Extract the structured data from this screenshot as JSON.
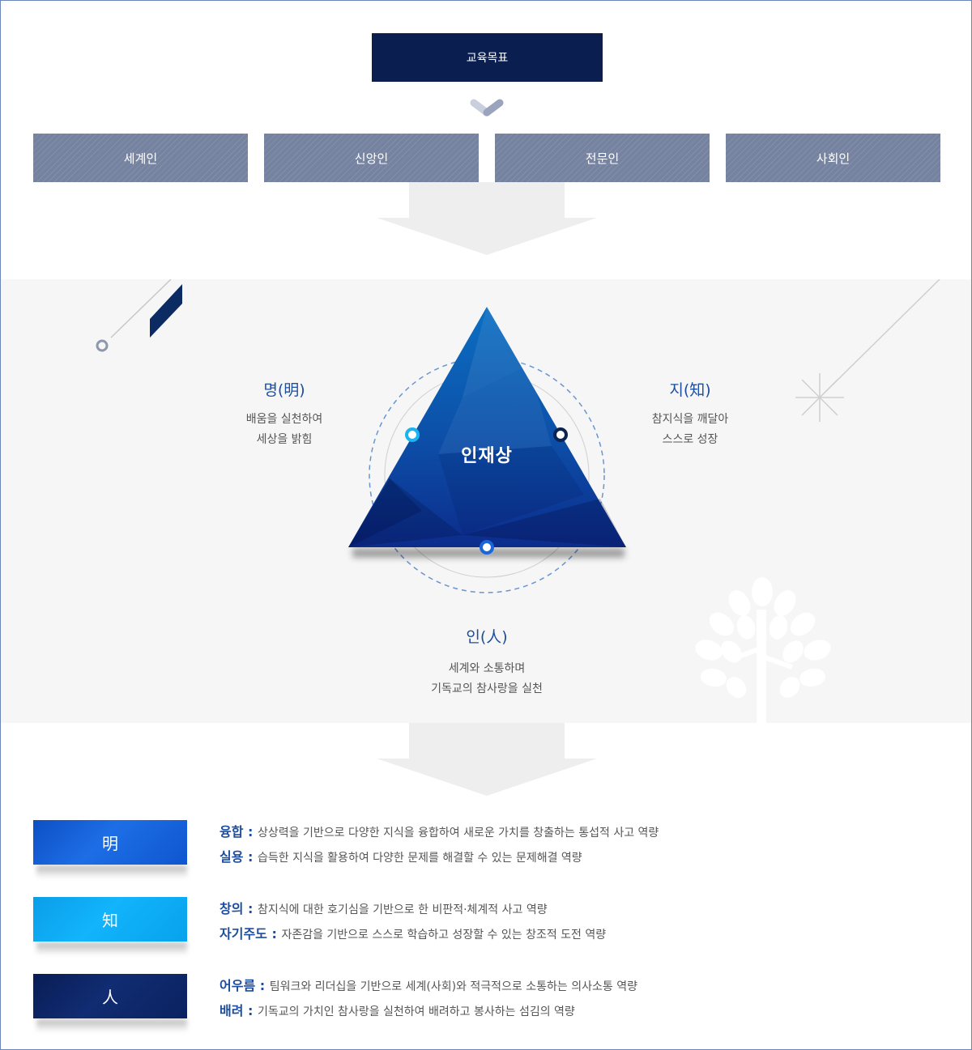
{
  "goal": {
    "title": "교육목표",
    "items": [
      "세계인",
      "신앙인",
      "전문인",
      "사회인"
    ]
  },
  "talent": {
    "center": "인재상",
    "virtues": [
      {
        "title": "명(明)",
        "desc1": "배움을 실천하여",
        "desc2": "세상을 밝힘"
      },
      {
        "title": "지(知)",
        "desc1": "참지식을 깨달아",
        "desc2": "스스로 성장"
      },
      {
        "title": "인(人)",
        "desc1": "세계와 소통하며",
        "desc2": "기독교의 참사랑을 실천"
      }
    ]
  },
  "competencies": [
    {
      "label": "明",
      "color": "#1565d8",
      "items": [
        {
          "term": "융합",
          "desc": "상상력을 기반으로 다양한 지식을 융합하여 새로운 가치를 창출하는 통섭적 사고 역량"
        },
        {
          "term": "실용",
          "desc": "습득한 지식을 활용하여 다양한 문제를 해결할 수 있는 문제해결 역량"
        }
      ]
    },
    {
      "label": "知",
      "color": "#0aa8f0",
      "items": [
        {
          "term": "창의",
          "desc": "참지식에 대한 호기심을 기반으로 한 비판적·체계적 사고 역량"
        },
        {
          "term": "자기주도",
          "desc": "자존감을 기반으로 스스로 학습하고 성장할 수 있는 창조적 도전 역량"
        }
      ]
    },
    {
      "label": "人",
      "color": "#0c2462",
      "items": [
        {
          "term": "어우름",
          "desc": "팀워크와 리더십을 기반으로 세계(사회)와 적극적으로 소통하는 의사소통 역량"
        },
        {
          "term": "배려",
          "desc": "기독교의 가치인 참사랑을 실천하여 배려하고 봉사하는 섬김의 역량"
        }
      ]
    }
  ],
  "colors": {
    "navy": "#0a1e4f",
    "goal_item": "#7582a0",
    "accent_blue": "#1d4d9e",
    "band": "#f6f6f6"
  }
}
